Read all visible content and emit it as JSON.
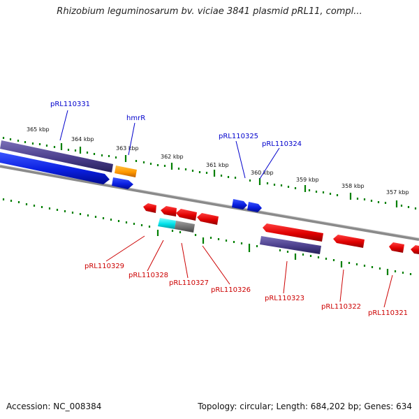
{
  "title": "Rhizobium leguminosarum bv. viciae 3841 plasmid pRL11, compl...",
  "footer": {
    "accession": "Accession: NC_008384",
    "topology": "Topology: circular; Length: 684,202 bp; Genes: 634"
  },
  "colors": {
    "top_label": "#0000cc",
    "bottom_label": "#cc0000",
    "tick": "#008000",
    "backbone": "#888888",
    "blue": "#0a1fe0",
    "red": "#e00000",
    "orange": "#ff9900",
    "purple": "#4b3f8c",
    "cyan": "#00e0e8",
    "gray": "#707070"
  },
  "kbp_labels": [
    "365 kbp",
    "364 kbp",
    "363 kbp",
    "362 kbp",
    "361 kbp",
    "360 kbp",
    "359 kbp",
    "358 kbp",
    "357 kbp"
  ],
  "gene_labels_top": [
    "pRL110331",
    "hmrR",
    "pRL110325",
    "pRL110324"
  ],
  "gene_labels_bottom": [
    "pRL110329",
    "pRL110328",
    "pRL110327",
    "pRL110326",
    "pRL110323",
    "pRL110322",
    "pRL110321"
  ]
}
